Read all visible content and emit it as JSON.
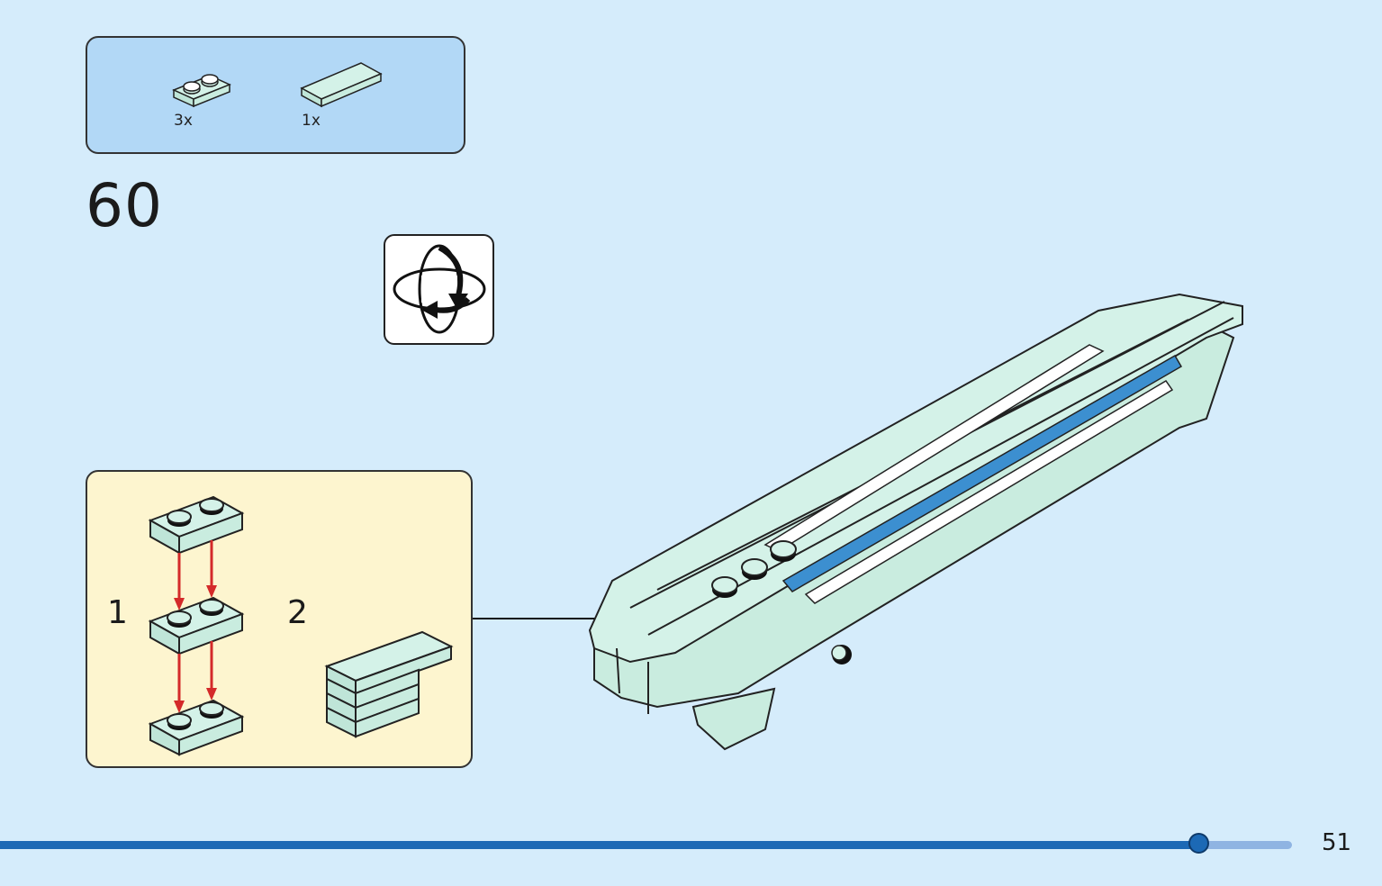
{
  "parts_list": {
    "items": [
      {
        "name": "plate-1x2-light-aqua",
        "qty": "3x"
      },
      {
        "name": "tile-1x4-light-aqua",
        "qty": "1x"
      }
    ]
  },
  "step": {
    "number": "60"
  },
  "rotate": {
    "icon": "rotate-model-icon"
  },
  "sub_assembly": {
    "steps": [
      {
        "number": "1"
      },
      {
        "number": "2"
      }
    ]
  },
  "footer": {
    "page_number": "51",
    "progress": 0.9
  },
  "colors": {
    "background": "#d5ecfb",
    "parts_box": "#b2d8f6",
    "sub_box": "#fdf5cf",
    "brick": "#d4f2e8",
    "accent_blue": "#3c8fd0",
    "arrow_red": "#d42a2a",
    "progress_bar": "#1c69b5"
  }
}
